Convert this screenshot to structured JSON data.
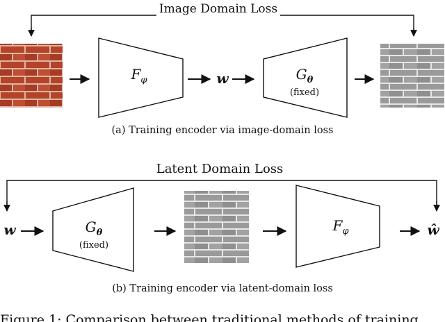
{
  "top": {
    "loss_label": "Image Domain Loss",
    "encoder": {
      "symbol": "F",
      "sub": "φ"
    },
    "latent": "w",
    "generator": {
      "symbol": "G",
      "sub": "θ",
      "note": "(fixed)"
    },
    "caption": "(a) Training encoder via image-domain loss",
    "input_texture": "red-brick-texture",
    "output_texture": "gray-brick-texture"
  },
  "bottom": {
    "loss_label": "Latent Domain Loss",
    "latent_in": "w",
    "generator": {
      "symbol": "G",
      "sub": "θ",
      "note": "(fixed)"
    },
    "encoder": {
      "symbol": "F",
      "sub": "φ"
    },
    "latent_out": "ŵ",
    "caption": "(b) Training encoder via latent-domain loss",
    "middle_texture": "gray-brick-texture"
  },
  "figure_caption_partial": "Figure 1: Comparison between traditional methods of training",
  "colors": {
    "brick_red": "#b5432a",
    "mortar_light": "#d9b7a3",
    "stone_gray": "#9a9a9a",
    "stone_mortar": "#e6e6e6",
    "stroke": "#111111"
  }
}
